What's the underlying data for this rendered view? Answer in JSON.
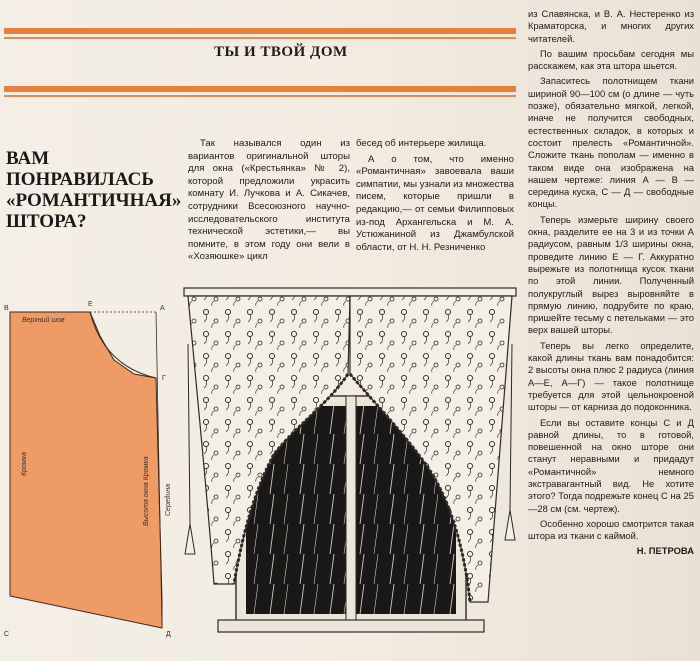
{
  "section": {
    "title": "ТЫ И ТВОЙ ДОМ"
  },
  "headline": {
    "line1": "ВАМ ПОНРАВИЛАСЬ",
    "line2": "«РОМАНТИЧНАЯ»",
    "line3": "ШТОРА?"
  },
  "article": {
    "col1": [
      "Так назывался один из вариантов оригинальной шторы для окна («Крестьянка» № 2), которой предложили украсить комнату И. Лучкова и А. Сикачев, сотрудники Всесоюзного научно-исследовательского института технической эстетики,— вы помните, в этом году они вели в «Хозяюшке» цикл"
    ],
    "col2": [
      "бесед об интерьере жилища.",
      "А о том, что именно «Романтичная» завоевала ваши симпатии, мы узнали из множества писем, которые пришли в редакцию,— от семьи Филипповых из-под Архангельска и М. А. Устюжаниной из Джамбулской области, от Н. Н. Резниченко"
    ],
    "col3": [
      "из Славянска, и В. А. Нестеренко из Краматорска, и многих других читателей.",
      "По вашим просьбам сегодня мы расскажем, как эта штора шьется.",
      "Запаситесь полотнищем ткани шириной 90—100 см (о длине — чуть позже), обязательно мягкой, легкой, иначе не получится свободных, естественных складок, в которых и состоит прелесть «Романтичной». Сложите ткань пополам — именно в таком виде она изображена на нашем чертеже: линия А — В — середина куска, С — Д — свободные концы.",
      "Теперь измерьте ширину своего окна, разделите ее на 3 и из точки А радиусом, равным 1/3 ширины окна, проведите линию Е — Г. Аккуратно вырежьте из полотнища кусок ткани по этой линии. Полученный полукруглый вырез выровняйте в прямую линию, подрубите по краю, пришейте тесьму с петельками — это верх вашей шторы.",
      "Теперь вы легко определите, какой длины ткань вам понадобится: 2 высоты окна плюс 2 радиуса (линия А—Е, А—Г) — такое полотнище требуется для этой цельнокроеной шторы — от карниза до подоконника.",
      "Если вы оставите концы С и Д равной длины, то в готовой, повешенной на окно шторе они станут неравными и придадут «Романтичной» немного экстравагантный вид. Не хотите этого? Тогда подрежьте конец С на 25—28 см (см. чертеж).",
      "Особенно хорошо смотрится такая штора из ткани с каймой."
    ],
    "author": "Н. ПЕТРОВА"
  },
  "diagram": {
    "top_label": "Верхний шов",
    "side_label_left": "Кромка",
    "side_label_right": "Высота окна Кромка",
    "right_label": "Середина",
    "points": [
      "В",
      "Е",
      "Г",
      "А",
      "С",
      "Д"
    ],
    "fill_color": "#ee9b65"
  },
  "colors": {
    "accent_rule": "#e9803a",
    "paper": "#f2ece2"
  }
}
